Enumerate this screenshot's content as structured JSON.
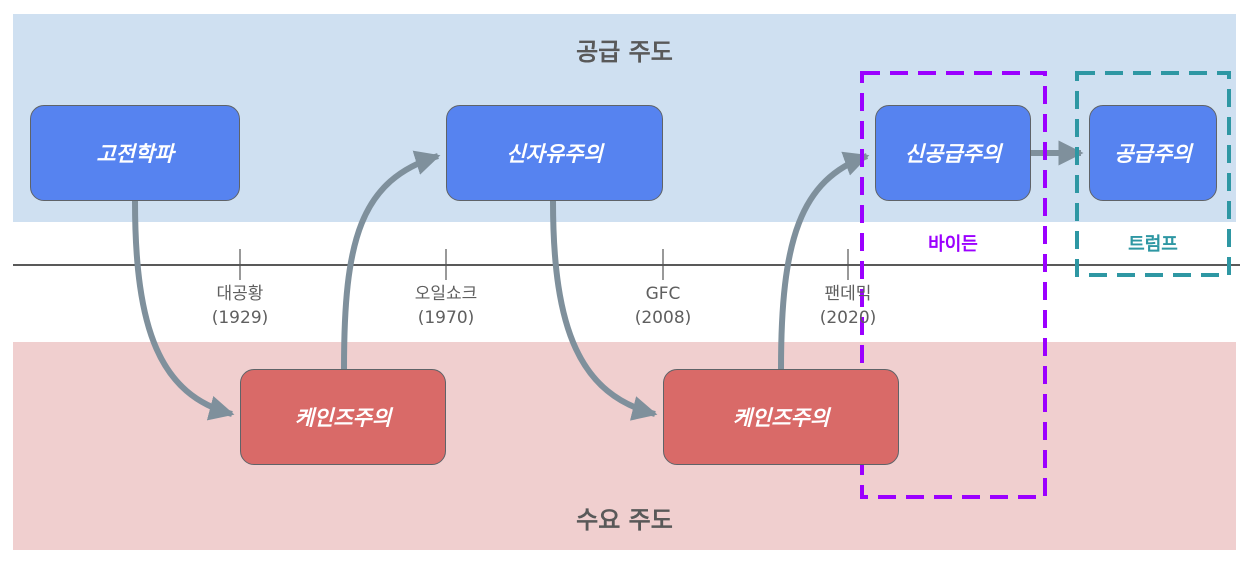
{
  "bands": {
    "supply": {
      "title": "공급 주도",
      "color": "#cfe0f1"
    },
    "demand": {
      "title": "수요 주도",
      "color": "#f0cfcf"
    }
  },
  "timeline": {
    "events": [
      {
        "name": "대공황",
        "year": "(1929)"
      },
      {
        "name": "오일쇼크",
        "year": "(1970)"
      },
      {
        "name": "GFC",
        "year": "(2008)"
      },
      {
        "name": "팬데믹",
        "year": "(2020)"
      }
    ]
  },
  "nodes": [
    {
      "id": "classical",
      "label": "고전학파",
      "side": "supply"
    },
    {
      "id": "keynes1",
      "label": "케인즈주의",
      "side": "demand"
    },
    {
      "id": "neoliberal",
      "label": "신자유주의",
      "side": "supply"
    },
    {
      "id": "keynes2",
      "label": "케인즈주의",
      "side": "demand"
    },
    {
      "id": "newsupply",
      "label": "신공급주의",
      "side": "supply"
    },
    {
      "id": "supplyism",
      "label": "공급주의",
      "side": "supply"
    }
  ],
  "edges": [
    {
      "from": "classical",
      "to": "keynes1"
    },
    {
      "from": "keynes1",
      "to": "neoliberal"
    },
    {
      "from": "neoliberal",
      "to": "keynes2"
    },
    {
      "from": "keynes2",
      "to": "newsupply"
    },
    {
      "from": "newsupply",
      "to": "supplyism"
    }
  ],
  "groups": [
    {
      "label": "바이든",
      "color": "#9b00ff"
    },
    {
      "label": "트럼프",
      "color": "#2e97a3"
    }
  ],
  "colors": {
    "supply_node": "#5683f0",
    "demand_node": "#d96a68",
    "arrow": "#7f909c"
  }
}
